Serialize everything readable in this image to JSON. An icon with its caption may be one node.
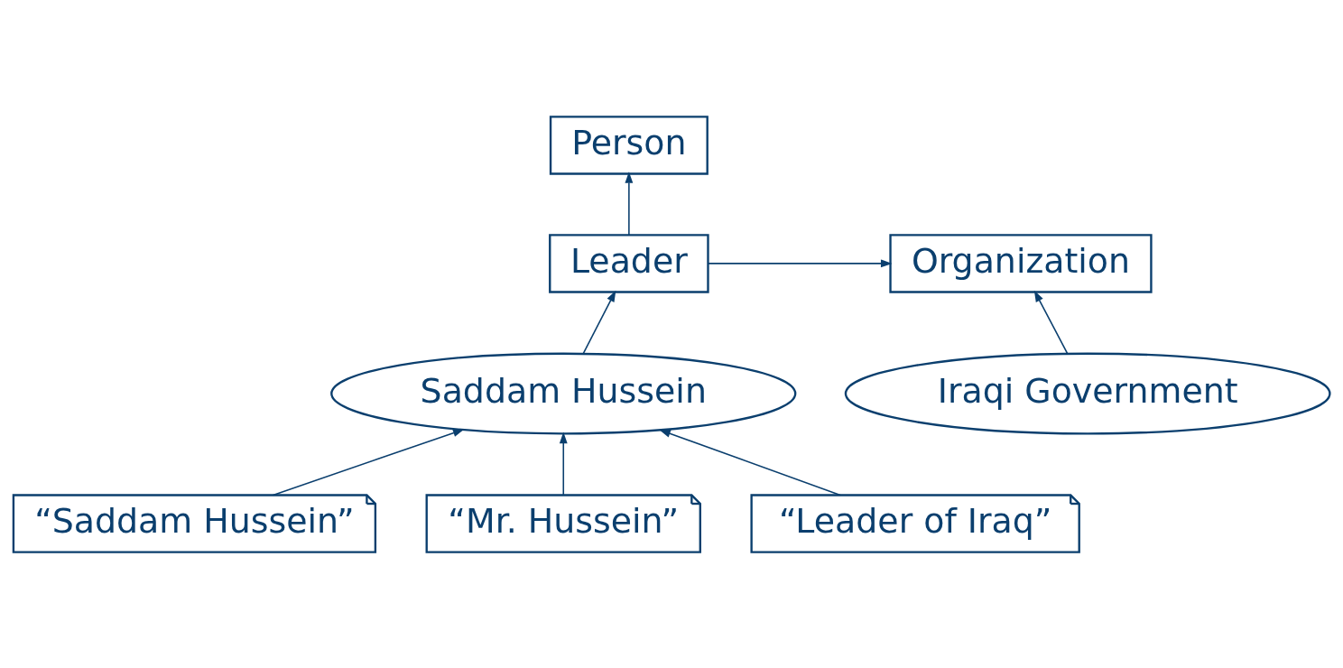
{
  "diagram": {
    "nodes": [
      {
        "text": [
          "Person"
        ]
      },
      {
        "text": [
          "Leader"
        ]
      },
      {
        "text": [
          "Organization"
        ]
      },
      {
        "text": [
          "Saddam Hussein"
        ]
      },
      {
        "text": [
          "Iraqi Government"
        ]
      },
      {
        "text": [
          "“Saddam Hussein”"
        ]
      },
      {
        "text": [
          "“Mr. Hussein”"
        ]
      },
      {
        "text": [
          "“Leader of Iraq”"
        ]
      }
    ],
    "edges": [
      {
        "from": 1,
        "to": 0,
        "arrow": "to"
      },
      {
        "from": 1,
        "to": 2,
        "arrow": "to"
      },
      {
        "from": 3,
        "to": 1,
        "arrow": "to"
      },
      {
        "from": 4,
        "to": 2,
        "arrow": "to"
      },
      {
        "from": 5,
        "to": 3,
        "arrow": "to"
      },
      {
        "from": 6,
        "to": 3,
        "arrow": "to"
      },
      {
        "from": 7,
        "to": 3,
        "arrow": "to"
      }
    ]
  }
}
